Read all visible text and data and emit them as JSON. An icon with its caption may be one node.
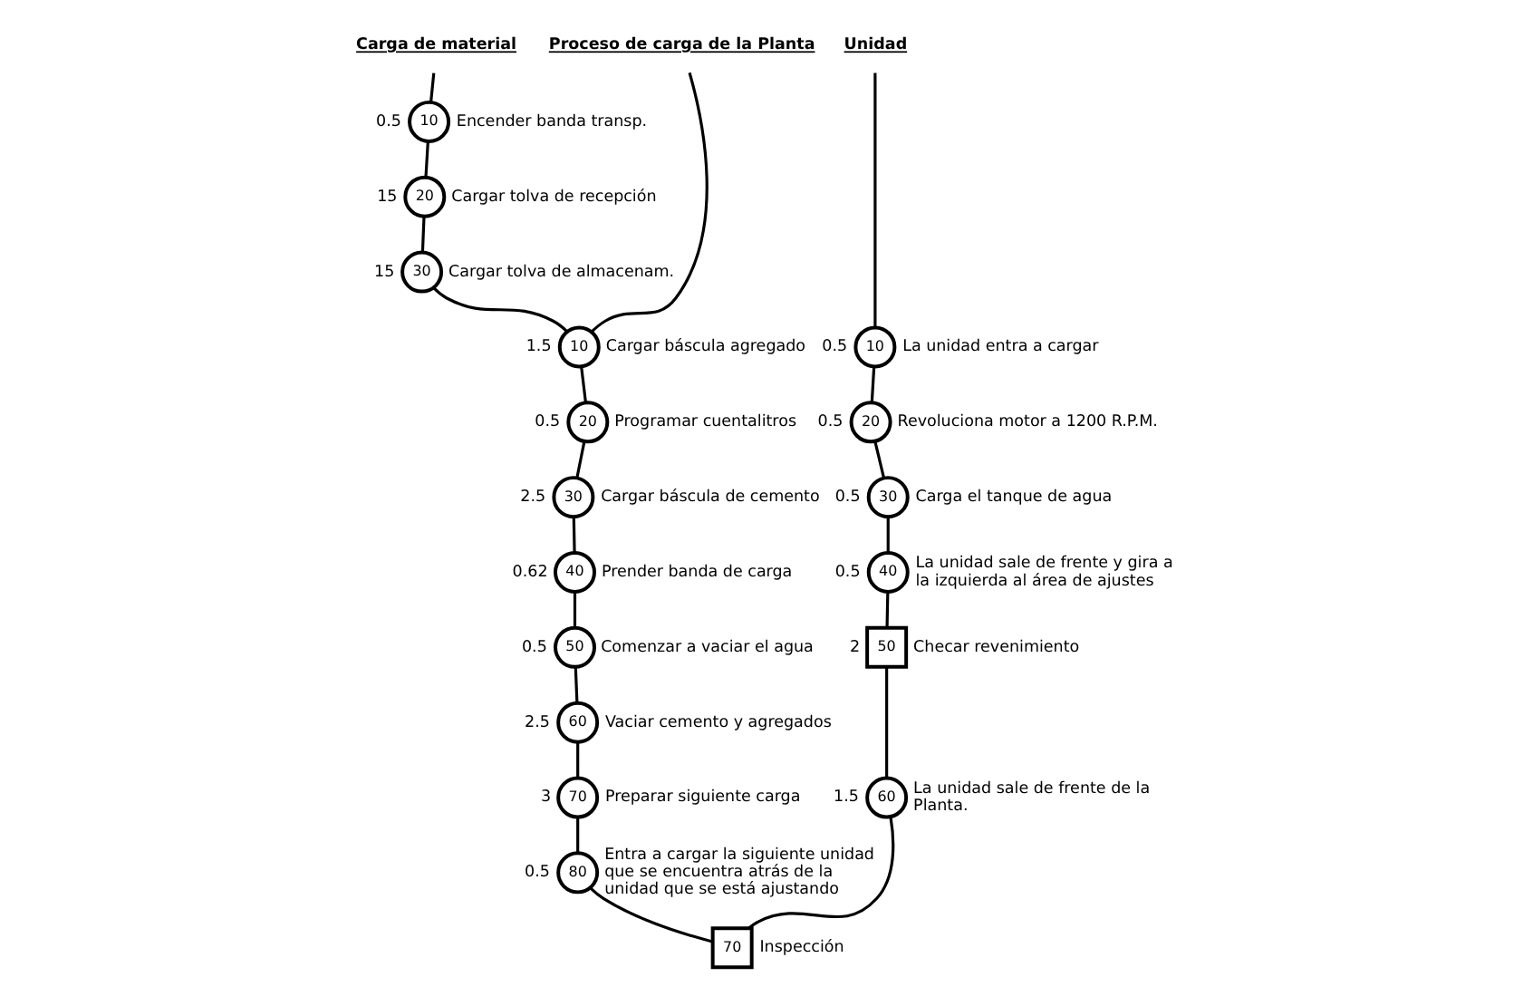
{
  "diagram": {
    "nodes": [
      {
        "text": [
          "Carga de material"
        ]
      },
      {
        "text": [
          "10"
        ],
        "beside": [
          "0.5",
          "Encender banda transp."
        ]
      },
      {
        "text": [
          "20"
        ],
        "beside": [
          "15",
          "Cargar tolva de recepción"
        ]
      },
      {
        "text": [
          "30"
        ],
        "beside": [
          "15",
          "Cargar tolva de almacenam."
        ]
      },
      {
        "text": [
          "Proceso de carga de la Planta"
        ]
      },
      {
        "text": [
          "10"
        ],
        "beside": [
          "1.5",
          "Cargar báscula agregado"
        ]
      },
      {
        "text": [
          "20"
        ],
        "beside": [
          "0.5",
          "Programar cuentalitros"
        ]
      },
      {
        "text": [
          "30"
        ],
        "beside": [
          "2.5",
          "Cargar báscula de cemento"
        ]
      },
      {
        "text": [
          "40"
        ],
        "beside": [
          "0.62",
          "Prender banda de carga"
        ]
      },
      {
        "text": [
          "50"
        ],
        "beside": [
          "0.5",
          "Comenzar a vaciar el agua"
        ]
      },
      {
        "text": [
          "60"
        ],
        "beside": [
          "2.5",
          "Vaciar cemento y agregados"
        ]
      },
      {
        "text": [
          "70"
        ],
        "beside": [
          "3",
          "Preparar siguiente carga"
        ]
      },
      {
        "text": [
          "80"
        ],
        "beside": [
          "0.5",
          "Entra a cargar la siguiente unidad que se encuentra atrás de la unidad que se está ajustando"
        ]
      },
      {
        "text": [
          "Unidad"
        ]
      },
      {
        "text": [
          "10"
        ],
        "beside": [
          "0.5",
          "La unidad entra a cargar"
        ]
      },
      {
        "text": [
          "20"
        ],
        "beside": [
          "0.5",
          "Revoluciona motor a 1200 R.P.M."
        ]
      },
      {
        "text": [
          "30"
        ],
        "beside": [
          "0.5",
          "Carga el tanque de agua"
        ]
      },
      {
        "text": [
          "40"
        ],
        "beside": [
          "0.5",
          "La unidad sale de frente y gira a la izquierda al área de ajustes"
        ]
      },
      {
        "text": [
          "50"
        ],
        "beside": [
          "2",
          "Checar revenimiento"
        ]
      },
      {
        "text": [
          "60"
        ],
        "beside": [
          "1.5",
          "La unidad sale de frente de la Planta."
        ]
      },
      {
        "text": [
          "70"
        ],
        "beside": [
          "Inspección"
        ]
      }
    ],
    "edges": [
      {
        "from": 0,
        "to": 1,
        "arrow": "none"
      },
      {
        "from": 1,
        "to": 2,
        "arrow": "none"
      },
      {
        "from": 2,
        "to": 3,
        "arrow": "none"
      },
      {
        "from": 3,
        "to": 5,
        "arrow": "none"
      },
      {
        "from": 4,
        "to": 5,
        "arrow": "none"
      },
      {
        "from": 5,
        "to": 6,
        "arrow": "none"
      },
      {
        "from": 6,
        "to": 7,
        "arrow": "none"
      },
      {
        "from": 7,
        "to": 8,
        "arrow": "none"
      },
      {
        "from": 8,
        "to": 9,
        "arrow": "none"
      },
      {
        "from": 9,
        "to": 10,
        "arrow": "none"
      },
      {
        "from": 10,
        "to": 11,
        "arrow": "none"
      },
      {
        "from": 11,
        "to": 12,
        "arrow": "none"
      },
      {
        "from": 12,
        "to": 20,
        "arrow": "none"
      },
      {
        "from": 13,
        "to": 14,
        "arrow": "none"
      },
      {
        "from": 14,
        "to": 15,
        "arrow": "none"
      },
      {
        "from": 15,
        "to": 16,
        "arrow": "none"
      },
      {
        "from": 16,
        "to": 17,
        "arrow": "none"
      },
      {
        "from": 17,
        "to": 18,
        "arrow": "none"
      },
      {
        "from": 18,
        "to": 19,
        "arrow": "none"
      },
      {
        "from": 19,
        "to": 20,
        "arrow": "none"
      }
    ]
  }
}
